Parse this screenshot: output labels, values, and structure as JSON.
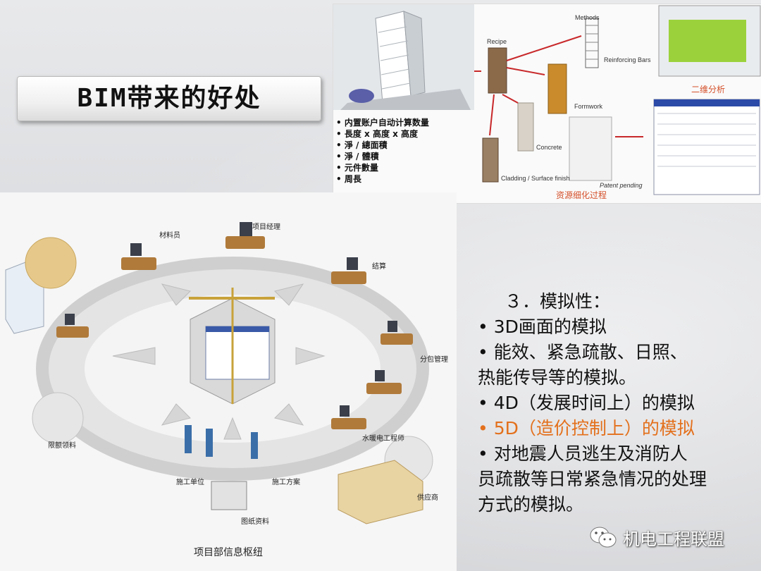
{
  "slide": {
    "title": "BIM带来的好处"
  },
  "tech_image": {
    "labels": {
      "recipe": "Recipe",
      "methods": "Methods",
      "reinforcing_bars": "Reinforcing Bars",
      "formwork": "Formwork",
      "concrete": "Concrete",
      "cladding": "Cladding / Surface finish",
      "patent": "Patent pending",
      "analysis": "二维分析",
      "process": "资源细化过程"
    },
    "bullets": [
      "• 内置账户自动计算数量",
      "• 長度 x 高度 x 高度",
      "• 淨 / 總面積",
      "• 淨 / 體積",
      "• 元件數量",
      "• 周長"
    ]
  },
  "diagram": {
    "labels": {
      "material_staff": "材料员",
      "project_manager": "项目经理",
      "settlement": "结算",
      "subcontract": "分包管理",
      "mep_engineer": "水暖电工程师",
      "supplier": "供应商",
      "construction_plan": "施工方案",
      "construction_unit": "施工单位",
      "drawings": "图纸资料",
      "quota_materials": "限额领料"
    },
    "caption": "项目部信息枢纽"
  },
  "content": {
    "heading": "３．模拟性：",
    "lines": [
      "•  3D画面的模拟",
      "•  能效、紧急疏散、日照、",
      "热能传导等的模拟。",
      "•  4D（发展时间上）的模拟",
      "•  5D（造价控制上）的模拟",
      "•  对地震人员逃生及消防人",
      "员疏散等日常紧急情况的处理",
      "方式的模拟。"
    ],
    "highlight_color": "#e3701c"
  },
  "watermark": {
    "text": "机电工程联盟",
    "icon": "wechat-icon"
  }
}
